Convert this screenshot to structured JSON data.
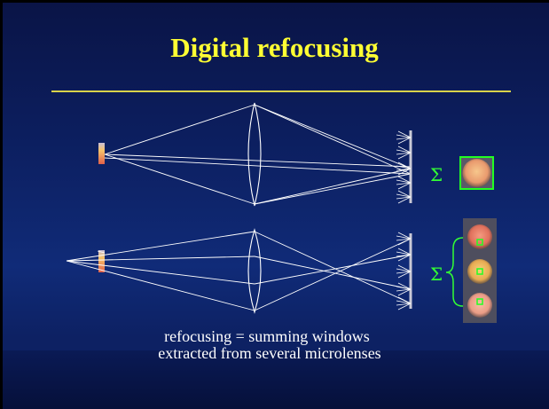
{
  "slide": {
    "title": "Digital refocusing",
    "sigma_top": "Σ",
    "sigma_bottom": "Σ",
    "caption_line1": "refocusing  =  summing windows",
    "caption_line2": "extracted from several microlenses"
  },
  "colors": {
    "background": "#0c1e5e",
    "title": "#ffff33",
    "rule": "#d9d24a",
    "rays": "#ffffff",
    "lens": "#ffffff",
    "sigma": "#33ff33",
    "selection_box": "#22ff22",
    "object": "#e8794a"
  }
}
